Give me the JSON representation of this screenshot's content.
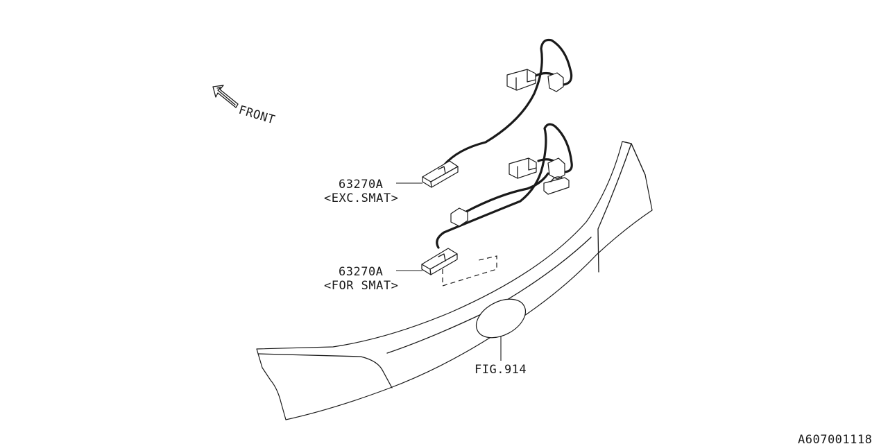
{
  "diagram": {
    "front_label": "FRONT",
    "callouts": [
      {
        "part_number": "63270A",
        "note": "<EXC.SMAT>"
      },
      {
        "part_number": "63270A",
        "note": "<FOR SMAT>"
      }
    ],
    "figure_ref": "FIG.914",
    "drawing_id": "A607001118"
  }
}
